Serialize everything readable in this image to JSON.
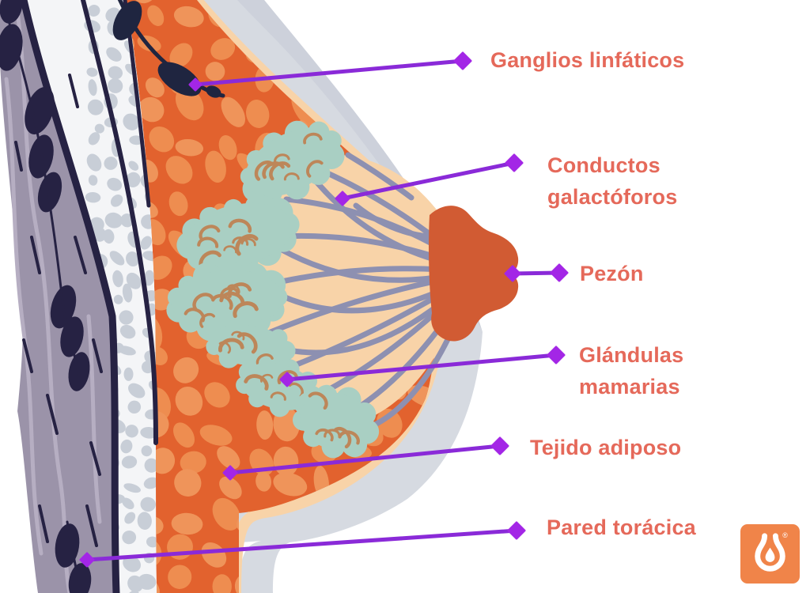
{
  "figure": {
    "labels": {
      "ganglios": {
        "text": "Ganglios linfáticos"
      },
      "conductos": {
        "text": "Conductos\ngalactóforos"
      },
      "pezon": {
        "text": "Pezón"
      },
      "glandulas": {
        "text": "Glándulas\nmamarias"
      },
      "tejido": {
        "text": "Tejido adiposo"
      },
      "pared": {
        "text": "Pared torácica"
      }
    },
    "logo": {
      "registered_mark": "®"
    },
    "colors": {
      "label": "#e5695a",
      "line": "#8a2ad8",
      "marker": "#a326e6",
      "logo_bg": "#f08449",
      "skin": "#d6dae1",
      "skin_shadow": "#c9ced8",
      "subcutaneous": "#f8d3a8",
      "adipose": "#e2622e",
      "adipose_lobule": "#ef945a",
      "glandular_region": "#f8d3a8",
      "duct": "#8d90b1",
      "gland": "#a9cfc3",
      "gland_mark": "#bd8659",
      "nipple": "#d15b33",
      "muscle": "#9b93a9",
      "muscle_highlight": "#b6aec2",
      "navy": "#262243",
      "fascia": "#f4f5f7",
      "fascia_pebble": "#c8ced7",
      "lymph": "#1f2540"
    }
  }
}
